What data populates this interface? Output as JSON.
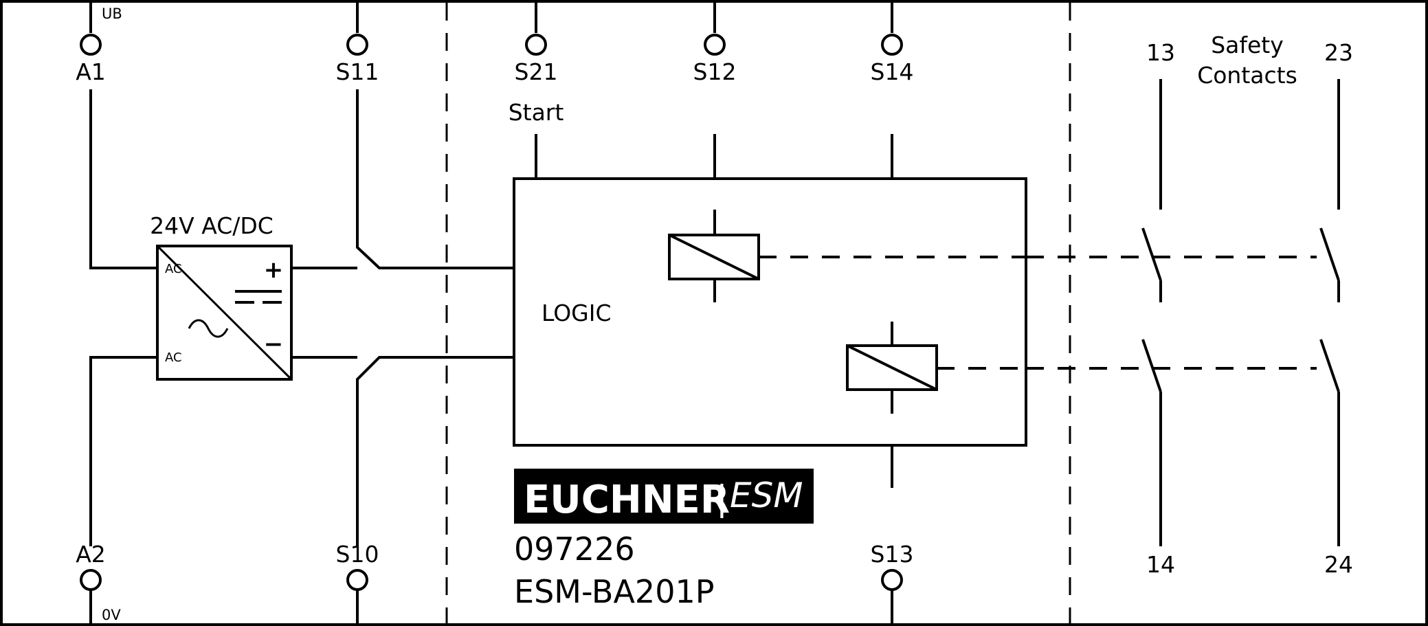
{
  "terminals": {
    "a1": "A1",
    "a2": "A2",
    "s11": "S11",
    "s10": "S10",
    "s21": "S21",
    "s12": "S12",
    "s14": "S14",
    "s13": "S13",
    "c13": "13",
    "c23": "23",
    "c14": "14",
    "c24": "24"
  },
  "supply": {
    "ub": "UB",
    "zero_v": "0V",
    "voltage": "24V AC/DC",
    "ac_top": "AC",
    "ac_bottom": "AC",
    "plus": "+",
    "minus": "−"
  },
  "labels": {
    "start": "Start",
    "logic": "LOGIC",
    "safety_contacts_1": "Safety",
    "safety_contacts_2": "Contacts"
  },
  "brand": {
    "name": "EUCHNER",
    "separator": "|",
    "product_line": "ESM",
    "order_number": "097226",
    "model": "ESM-BA201P",
    "logo_bg": "#000000",
    "logo_fg": "#ffffff"
  }
}
